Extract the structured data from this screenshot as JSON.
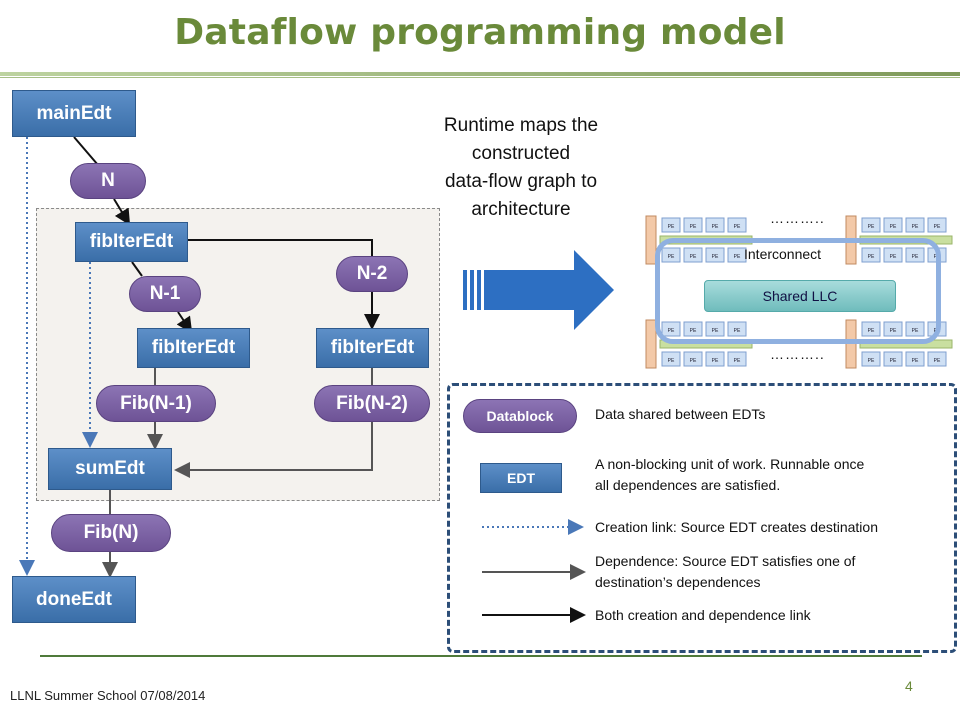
{
  "slide": {
    "title": "Dataflow programming model",
    "footer": "LLNL Summer School 07/08/2014",
    "page_number": "4"
  },
  "graph": {
    "mainEdt": "mainEdt",
    "n": "N",
    "fibIterEdt_top": "fibIterEdt",
    "n_minus_1": "N-1",
    "n_minus_2": "N-2",
    "fibIterEdt_left": "fibIterEdt",
    "fibIterEdt_right": "fibIterEdt",
    "fib_n_minus_1": "Fib(N-1)",
    "fib_n_minus_2": "Fib(N-2)",
    "sumEdt": "sumEdt",
    "fib_n": "Fib(N)",
    "doneEdt": "doneEdt"
  },
  "runtime_text": [
    "Runtime maps the",
    "constructed",
    "data-flow graph to",
    "architecture"
  ],
  "architecture": {
    "interconnect": "Interconnect",
    "shared_llc": "Shared LLC",
    "pe_label": "PE",
    "dots": "……….."
  },
  "legend": {
    "datablock_label": "Datablock",
    "datablock_desc": "Data shared between EDTs",
    "edt_label": "EDT",
    "edt_desc_1": "A non-blocking unit of work. Runnable once",
    "edt_desc_2": "all dependences are satisfied.",
    "creation_desc": "Creation link: Source EDT creates destination",
    "dependence_desc_1": "Dependence: Source EDT satisfies one of",
    "dependence_desc_2": "destination’s dependences",
    "both_desc": "Both creation and dependence link"
  },
  "colors": {
    "title": "#6a8a3a",
    "edt": "#3a6ea8",
    "datablock": "#6e5396",
    "legend_border": "#2c4e78",
    "arrow": "#2d6fc2"
  }
}
